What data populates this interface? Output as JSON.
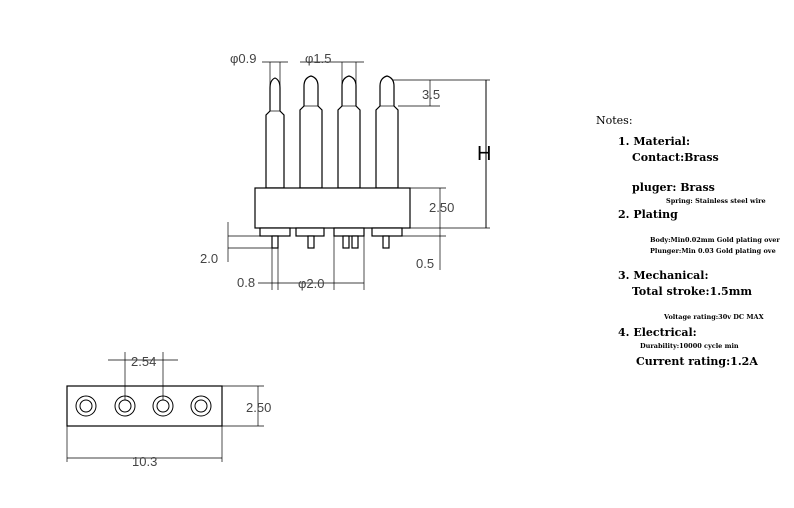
{
  "front_view": {
    "dia_tip": "φ0.9",
    "dia_plunger": "φ1.5",
    "tip_length": "3.5",
    "height": "H",
    "body_height": "2.50",
    "tail_length": "2.0",
    "tail_width": "0.8",
    "tail_dia": "φ2.0",
    "offset": "0.5"
  },
  "top_view": {
    "pitch": "2.54",
    "width": "2.50",
    "length": "10.3"
  },
  "notes": {
    "title": "Notes:",
    "material_head": "1. Material:",
    "contact": "Contact:Brass",
    "pluger": "pluger: Brass",
    "spring": "Spring: Stainless steel wire",
    "plating_head": "2. Plating",
    "body_plating": "Body:Min0.02mm Gold plating over",
    "plunger_plating": "Plunger:Min 0.03 Gold plating ove",
    "mechanical_head": "3. Mechanical:",
    "stroke": "Total stroke:1.5mm",
    "voltage": "Voltage rating:30v DC MAX",
    "electrical_head": "4. Electrical:",
    "durability": "Durability:10000 cycle min",
    "current": "Current rating:1.2A"
  }
}
